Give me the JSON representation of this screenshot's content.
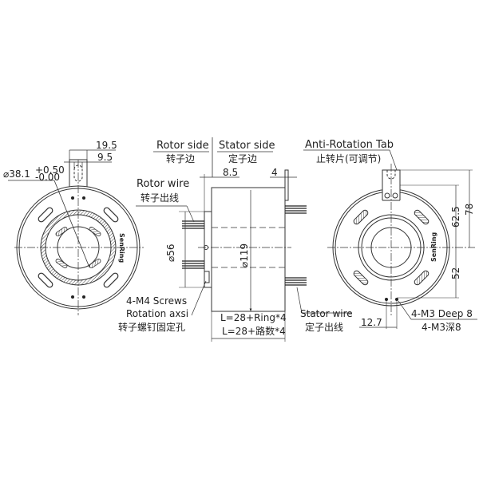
{
  "left_view": {
    "bore_diameter": "⌀38.1",
    "bore_tol_upper": "+0.50",
    "bore_tol_lower": "-0.00",
    "tab_width_outer": "19.5",
    "tab_width_inner": "9.5",
    "brand": "SenRing"
  },
  "side_view": {
    "rotor_side": "Rotor side",
    "rotor_side_cn": "转子边",
    "stator_side": "Stator side",
    "stator_side_cn": "定子边",
    "rotor_wire": "Rotor wire",
    "rotor_wire_cn": "转子出线",
    "flange_offset": "8.5",
    "tab_thickness": "4",
    "rotor_dia": "⌀56",
    "body_dia": "⌀119",
    "screws": "4-M4 Screws",
    "rotation_axis": "Rotation axsi",
    "screws_cn": "转子螺钉固定孔",
    "length_formula": "L=28+Ring*4",
    "length_formula_cn": "L=28+路数*4",
    "stator_wire": "Stator wire",
    "stator_wire_cn": "定子出线"
  },
  "right_view": {
    "tab_label": "Anti-Rotation Tab",
    "tab_label_cn": "止转片(可调节)",
    "dim_62_5": "62.5",
    "dim_78": "78",
    "dim_52": "52",
    "dim_12_7": "12.7",
    "holes": "4-M3 Deep 8",
    "holes_cn": "4-M3深8",
    "brand": "SenRing"
  }
}
